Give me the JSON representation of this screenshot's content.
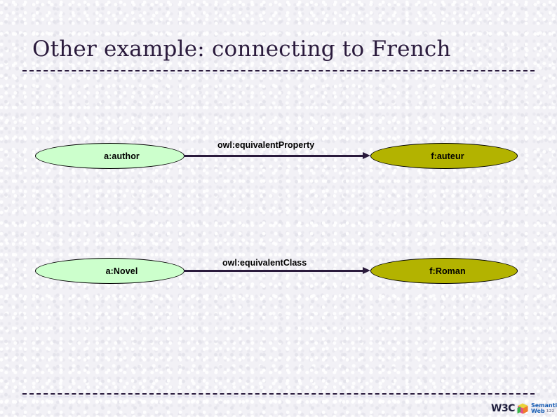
{
  "slide": {
    "title": "Other example: connecting to French",
    "background_color": "#f2f1f6",
    "title_color": "#2a1a3c",
    "rule_color": "#2a1a3c"
  },
  "diagram": {
    "type": "graph",
    "node_colors": {
      "source": "#ccffcc",
      "target": "#b3b300",
      "outline": "#000000"
    },
    "edge_color": "#2a1a3c",
    "rows": [
      {
        "source": "a:author",
        "edge": "owl:equivalentProperty",
        "target": "f:auteur"
      },
      {
        "source": "a:Novel",
        "edge": "owl:equivalentClass",
        "target": "f:Roman"
      }
    ]
  },
  "footer": {
    "w3c_label": "W3C",
    "semantic_line1": "Semantic",
    "semantic_line2": "Web",
    "page_number": "122",
    "semantic_color": "#1a5fb4"
  }
}
